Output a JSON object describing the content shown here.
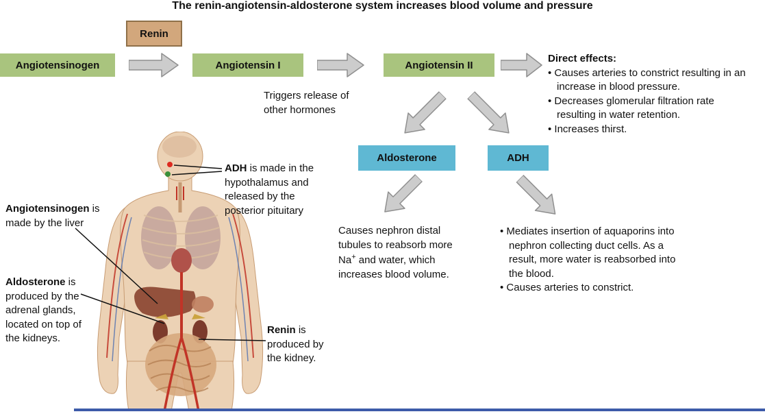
{
  "title": "The renin-angiotensin-aldosterone system increases blood volume and pressure",
  "nodes": {
    "renin": "Renin",
    "angiotensinogen": "Angiotensinogen",
    "angiotensin_i": "Angiotensin I",
    "angiotensin_ii": "Angiotensin II",
    "aldosterone": "Aldosterone",
    "adh": "ADH"
  },
  "annotations": {
    "triggers_note": "Triggers release of other hormones",
    "direct_effects": {
      "heading": "Direct effects:",
      "bullets": [
        "Causes arteries to constrict resulting in an increase in blood pressure.",
        "Decreases glomerular filtration rate resulting in water retention.",
        "Increases thirst."
      ]
    },
    "aldosterone_effect": {
      "pre": "Causes nephron distal tubules to reabsorb more Na",
      "sup": "+",
      "post": " and water, which increases blood volume."
    },
    "adh_effects": {
      "bullets": [
        "Mediates insertion of aquaporins into nephron collecting duct cells. As a result, more water is reabsorbed into the blood.",
        "Causes arteries to constrict."
      ]
    }
  },
  "body_labels": {
    "adh": {
      "bold": "ADH",
      "rest": " is made in the hypothalamus and released by the posterior pituitary"
    },
    "angiotensinogen": {
      "bold": "Angiotensinogen",
      "rest": " is made by the liver"
    },
    "aldosterone": {
      "bold": "Aldosterone",
      "rest": " is produced by the adrenal glands, located on top of the kidneys."
    },
    "renin": {
      "bold": "Renin",
      "rest": " is produced by the kidney."
    }
  },
  "colors": {
    "hormone_box_green": "#a9c47e",
    "renin_box_tan": "#d2a77c",
    "effector_box_blue": "#5fb8d3",
    "arrow_gray": "#cccccc",
    "bottom_line_blue": "#3d5ba9"
  }
}
